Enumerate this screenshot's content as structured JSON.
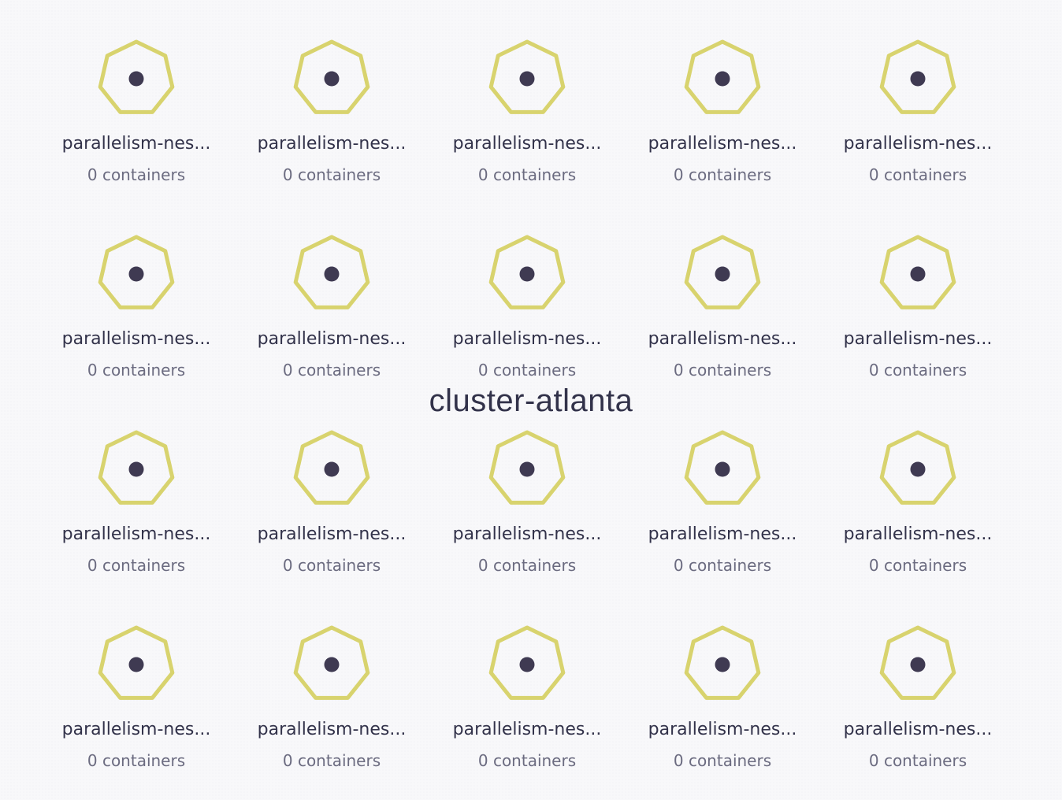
{
  "cluster": {
    "name": "cluster-atlanta"
  },
  "colors": {
    "hex_stroke": "#d8d36e",
    "dot": "#3f3a52",
    "label": "#32324a",
    "sublabel": "#6b6b80",
    "background": "#f8f8fa"
  },
  "icon": "heptagon-node-icon",
  "nodes": [
    {
      "label": "parallelism-nes...",
      "containers": "0 containers"
    },
    {
      "label": "parallelism-nes...",
      "containers": "0 containers"
    },
    {
      "label": "parallelism-nes...",
      "containers": "0 containers"
    },
    {
      "label": "parallelism-nes...",
      "containers": "0 containers"
    },
    {
      "label": "parallelism-nes...",
      "containers": "0 containers"
    },
    {
      "label": "parallelism-nes...",
      "containers": "0 containers"
    },
    {
      "label": "parallelism-nes...",
      "containers": "0 containers"
    },
    {
      "label": "parallelism-nes...",
      "containers": "0 containers"
    },
    {
      "label": "parallelism-nes...",
      "containers": "0 containers"
    },
    {
      "label": "parallelism-nes...",
      "containers": "0 containers"
    },
    {
      "label": "parallelism-nes...",
      "containers": "0 containers"
    },
    {
      "label": "parallelism-nes...",
      "containers": "0 containers"
    },
    {
      "label": "parallelism-nes...",
      "containers": "0 containers"
    },
    {
      "label": "parallelism-nes...",
      "containers": "0 containers"
    },
    {
      "label": "parallelism-nes...",
      "containers": "0 containers"
    },
    {
      "label": "parallelism-nes...",
      "containers": "0 containers"
    },
    {
      "label": "parallelism-nes...",
      "containers": "0 containers"
    },
    {
      "label": "parallelism-nes...",
      "containers": "0 containers"
    },
    {
      "label": "parallelism-nes...",
      "containers": "0 containers"
    },
    {
      "label": "parallelism-nes...",
      "containers": "0 containers"
    }
  ]
}
